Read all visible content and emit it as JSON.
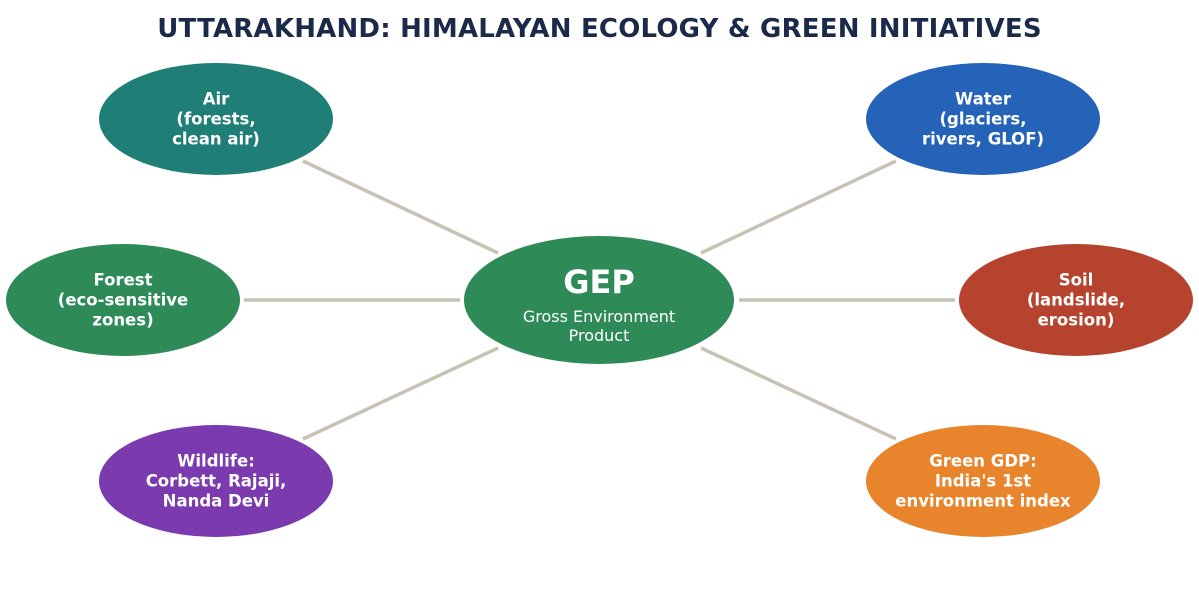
{
  "title": "UTTARAKHAND: HIMALAYAN ECOLOGY & GREEN INITIATIVES",
  "connector_color": "#c8c2b4",
  "hub": {
    "title": "GEP",
    "subtitle": [
      "Gross Environment",
      "Product"
    ],
    "color": "#2e8b57"
  },
  "nodes": [
    {
      "id": "air",
      "lines": [
        "Air",
        "(forests,",
        "clean air)"
      ],
      "color": "#1f7f77"
    },
    {
      "id": "water",
      "lines": [
        "Water",
        "(glaciers,",
        "rivers, GLOF)"
      ],
      "color": "#2563b8"
    },
    {
      "id": "forest",
      "lines": [
        "Forest",
        "(eco-sensitive",
        "zones)"
      ],
      "color": "#2e8b57"
    },
    {
      "id": "soil",
      "lines": [
        "Soil",
        "(landslide,",
        "erosion)"
      ],
      "color": "#b5432e"
    },
    {
      "id": "wildlife",
      "lines": [
        "Wildlife:",
        "Corbett, Rajaji,",
        "Nanda Devi"
      ],
      "color": "#7b3aae"
    },
    {
      "id": "green-gdp",
      "lines": [
        "Green GDP:",
        "India's 1st",
        "environment index"
      ],
      "color": "#e8842c"
    }
  ]
}
